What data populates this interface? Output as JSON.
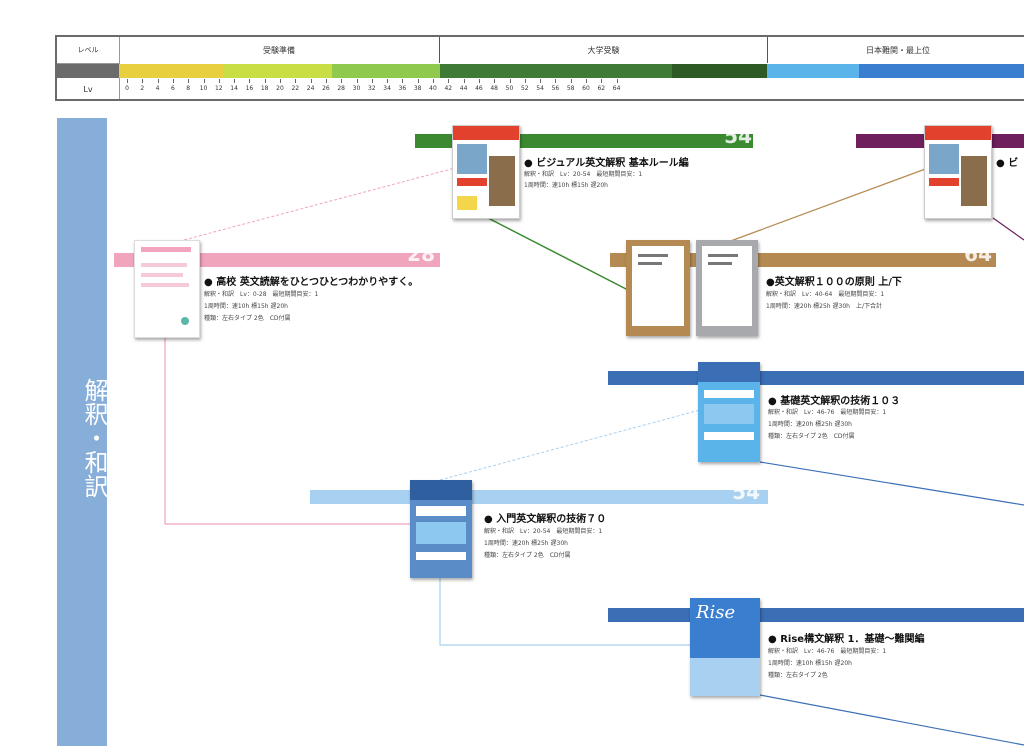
{
  "header": {
    "row1_label": "レベル",
    "row3_label": "Lv",
    "groups": [
      {
        "label": "受験準備",
        "color": "#e9c63a"
      },
      {
        "label": "大学受験",
        "color": "#3f7a36"
      },
      {
        "label": "日本難関・最上位",
        "color": "#3a7ed0"
      }
    ],
    "ticks": [
      "0",
      "2",
      "4",
      "6",
      "8",
      "10",
      "12",
      "14",
      "16",
      "18",
      "20",
      "22",
      "24",
      "26",
      "28",
      "30",
      "32",
      "34",
      "36",
      "38",
      "40",
      "42",
      "44",
      "46",
      "48",
      "50",
      "52",
      "54",
      "56",
      "58",
      "60",
      "62",
      "64"
    ]
  },
  "sidebar": {
    "label": "解釈・和訳",
    "color": "#86aed8"
  },
  "books": [
    {
      "id": "visual",
      "title": "● ビジュアル英文解釈 基本ルール編",
      "bar_number": "54",
      "meta1": "解釈・和訳　Lv：20-54　最短期間目安：1",
      "meta2": "1周時間：速10h 標15h 遅20h",
      "meta3": "",
      "bar_color": "#3b8a31"
    },
    {
      "id": "koukou",
      "title": "● 高校 英文読解をひとつひとつわかりやすく。",
      "bar_number": "28",
      "meta1": "解釈・和訳　Lv：0-28　最短期間目安：1",
      "meta2": "1周時間：速10h 標15h 遅20h",
      "meta3": "種類：左右タイプ 2色　CD付属",
      "bar_color": "#f0a5bd"
    },
    {
      "id": "eibun100",
      "title": "●英文解釈１００の原則 上/下",
      "bar_number": "64",
      "meta1": "解釈・和訳　Lv：40-64　最短期間目安：1",
      "meta2": "1周時間：速20h 標25h 遅30h　上/下合計",
      "meta3": "",
      "bar_color": "#b58a52"
    },
    {
      "id": "kiso103",
      "title": "● 基礎英文解釈の技術１０３",
      "bar_number": "",
      "meta1": "解釈・和訳　Lv：46-76　最短期間目安：1",
      "meta2": "1周時間：速20h 標25h 遅30h",
      "meta3": "種類：左右タイプ 2色　CD付属",
      "bar_color": "#3a6fb5"
    },
    {
      "id": "nyumon70",
      "title": "● 入門英文解釈の技術７０",
      "bar_number": "54",
      "meta1": "解釈・和訳　Lv：20-54　最短期間目安：1",
      "meta2": "1周時間：速20h 標25h 遅30h",
      "meta3": "種類：左右タイプ 2色　CD付属",
      "bar_color": "#a8d0f0"
    },
    {
      "id": "rise1",
      "title": "● Rise構文解釈 1．基礎～難関編",
      "bar_number": "",
      "meta1": "解釈・和訳　Lv：46-76　最短期間目安：1",
      "meta2": "1周時間：速10h 標15h 遅20h",
      "meta3": "種類：左右タイプ 2色",
      "bar_color": "#3a6fb5"
    },
    {
      "id": "top-right",
      "title": "● ビ",
      "bar_number": "",
      "meta1": "",
      "meta2": "",
      "meta3": "",
      "bar_color": "#6e1f5c"
    }
  ],
  "cover_texts": {
    "rise": "Rise"
  }
}
